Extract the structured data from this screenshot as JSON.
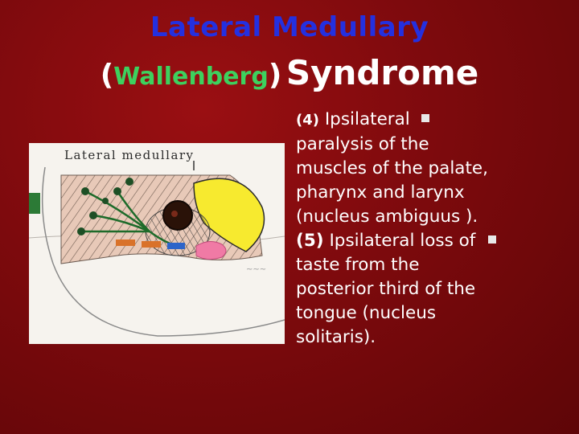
{
  "slide": {
    "title_line1": "Lateral Medullary",
    "title_open_paren": "(",
    "title_name": "Wallenberg",
    "title_close_paren": ")",
    "title_syndrome": "Syndrome",
    "figure": {
      "handwritten_label": "Lateral medullary"
    },
    "points": {
      "p4": {
        "number": "(4)",
        "lines": [
          "Ipsilateral",
          "paralysis of the",
          "muscles of the palate,",
          "pharynx and larynx",
          "(nucleus ambiguus )."
        ]
      },
      "p5": {
        "number": "(5)",
        "lines": [
          "Ipsilateral loss of",
          "taste from the",
          "posterior third of the",
          "tongue (nucleus",
          "solitaris)."
        ]
      }
    },
    "colors": {
      "background": "#7d0a0d",
      "title_blue": "#2430e0",
      "title_green": "#3dd15e",
      "text": "#ffffff"
    },
    "icons": [
      "bullet-square-icon"
    ]
  }
}
